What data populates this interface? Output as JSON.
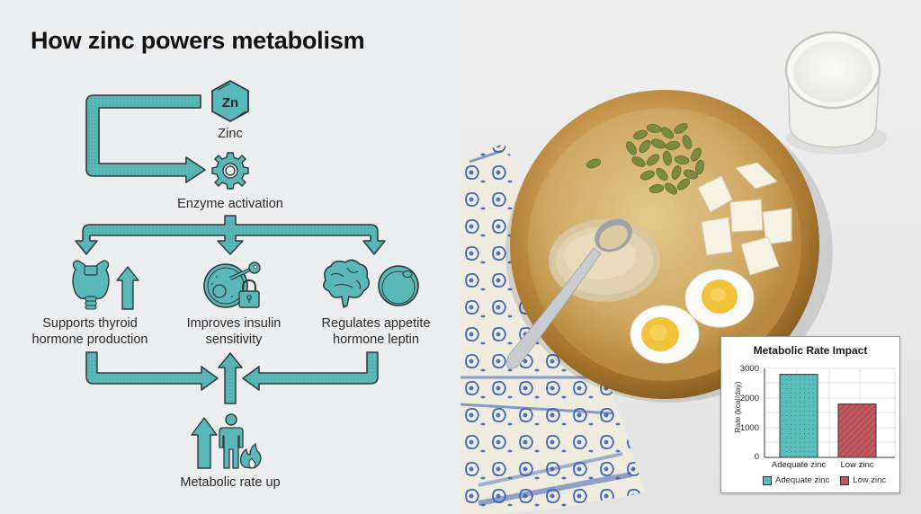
{
  "infographic": {
    "title": "How zinc powers metabolism",
    "accent_color": "#5bb8b8",
    "outline_color": "#2e3a3a",
    "nodes": {
      "zinc": {
        "symbol": "Zn",
        "label": "Zinc",
        "icon": "hexagon-zn-icon"
      },
      "enzyme": {
        "label": "Enzyme activation",
        "icon": "gear-icon"
      },
      "thyroid": {
        "label_line1": "Supports thyroid",
        "label_line2": "hormone production",
        "icon": "thyroid-up-arrow-icon"
      },
      "insulin": {
        "label_line1": "Improves insulin",
        "label_line2": "sensitivity",
        "icon": "cell-key-lock-icon"
      },
      "leptin": {
        "label_line1": "Regulates appetite",
        "label_line2": "hormone leptin",
        "icon": "brain-fat-cell-icon"
      },
      "metabolic": {
        "label": "Metabolic rate up",
        "icon": "person-fire-up-arrow-icon"
      }
    }
  },
  "photo": {
    "description": "Brass plate with pumpkin seeds, sesame seeds with spoon, paneer cubes, halved boiled egg; glass of milk; blue paisley napkin",
    "items": [
      "pumpkin seeds",
      "sesame seeds",
      "spoon",
      "paneer cubes",
      "boiled egg halves",
      "glass of milk",
      "paisley napkin",
      "brass plate"
    ]
  },
  "chart": {
    "title": "Metabolic Rate Impact",
    "ylabel": "Rate (kcal/day)",
    "yticks": [
      "3000",
      "2000",
      "1000",
      "0"
    ],
    "xticks": [
      "Adequate zinc",
      "Low zinc"
    ],
    "legend": [
      {
        "label": "Adequate zinc",
        "color": "#5bbdba"
      },
      {
        "label": "Low zinc",
        "color": "#c0585f"
      }
    ]
  },
  "chart_data": {
    "type": "bar",
    "title": "Metabolic Rate Impact",
    "categories": [
      "Adequate zinc",
      "Low zinc"
    ],
    "values": [
      2800,
      1800
    ],
    "xlabel": "",
    "ylabel": "Rate (kcal/day)",
    "ylim": [
      0,
      3000
    ],
    "yticks": [
      0,
      1000,
      2000,
      3000
    ],
    "grid": true,
    "legend_position": "bottom",
    "colors": [
      "#5bbdba",
      "#c0585f"
    ]
  }
}
